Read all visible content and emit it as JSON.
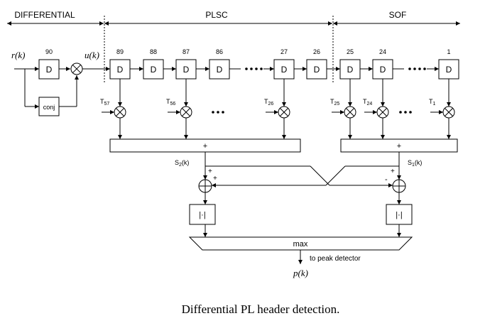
{
  "sections": {
    "differential": "DIFFERENTIAL",
    "plsc": "PLSC",
    "sof": "SOF"
  },
  "signals": {
    "input": "r(k)",
    "diff_output": "u(k)",
    "s2": "S2(k)",
    "s1": "S1(k)",
    "output": "p(k)"
  },
  "blocks": {
    "delay_label": "D",
    "conj_label": "conj",
    "sum_label": "+",
    "abs_label": "|·|",
    "max_label": "max"
  },
  "delay_indices": [
    "90",
    "89",
    "88",
    "87",
    "86",
    "27",
    "26",
    "25",
    "24",
    "1"
  ],
  "taps": [
    "T57",
    "T56",
    "T26",
    "T25",
    "T24",
    "T1"
  ],
  "adder_signs": {
    "left_top": "+",
    "left_side": "+",
    "right_top": "+",
    "right_side": "-"
  },
  "peak_note": "to peak detector",
  "caption": "Differential PL header detection."
}
